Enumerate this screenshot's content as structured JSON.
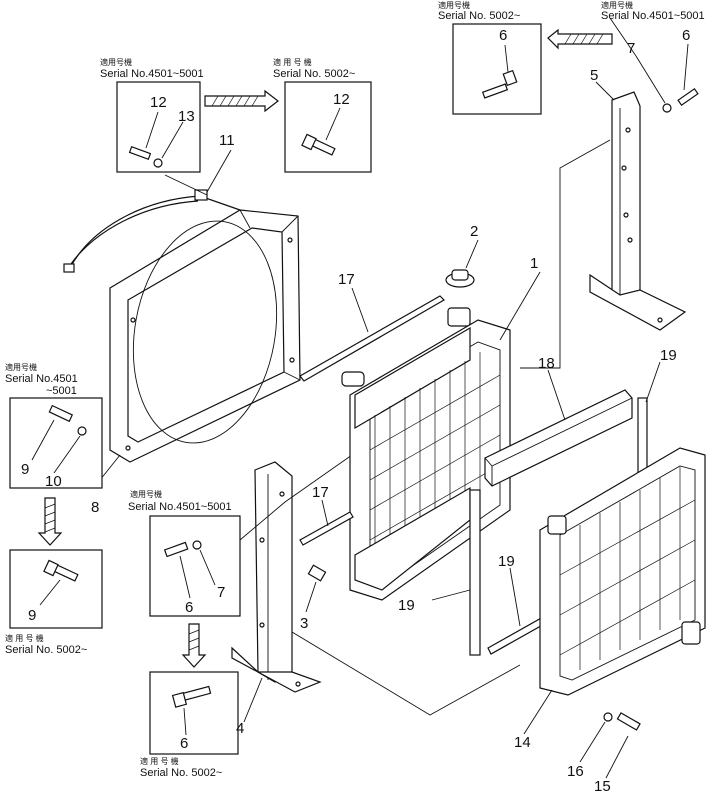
{
  "labels": {
    "p1": "1",
    "p2": "2",
    "p3": "3",
    "p4": "4",
    "p5": "5",
    "p6_top": "6",
    "p6_topright": "6",
    "p6_mid": "6",
    "p6_bottom": "6",
    "p7_topright": "7",
    "p7_mid": "7",
    "p8": "8",
    "p9_left": "9",
    "p9_bottom": "9",
    "p10": "10",
    "p11": "11",
    "p12_left": "12",
    "p12_right": "12",
    "p13": "13",
    "p14": "14",
    "p15": "15",
    "p16": "16",
    "p17_top": "17",
    "p17_bottom": "17",
    "p18": "18",
    "p19_a": "19",
    "p19_b": "19",
    "p19_c": "19"
  },
  "captions": {
    "top_right_a_jp": "適用号機",
    "top_right_a_serial": "Serial No.4501~5001",
    "top_mid_jp": "適用号機",
    "top_mid_serial": "Serial  No.  5002~",
    "top_left_jp": "適用号機",
    "top_left_serial": "Serial No.4501~5001",
    "top_left2_jp": "適 用 号 機",
    "top_left2_serial": "Serial  No.  5002~",
    "left_jp": "適用号機",
    "left_serial_a": "Serial No.4501",
    "left_serial_b": "~5001",
    "left_bottom_jp": "適 用 号 機",
    "left_bottom_serial": "Serial  No.  5002~",
    "mid_jp": "適用号機",
    "mid_serial": "Serial No.4501~5001",
    "mid_bottom_jp": "適 用 号 機",
    "mid_bottom_serial": "Serial  No.  5002~"
  }
}
